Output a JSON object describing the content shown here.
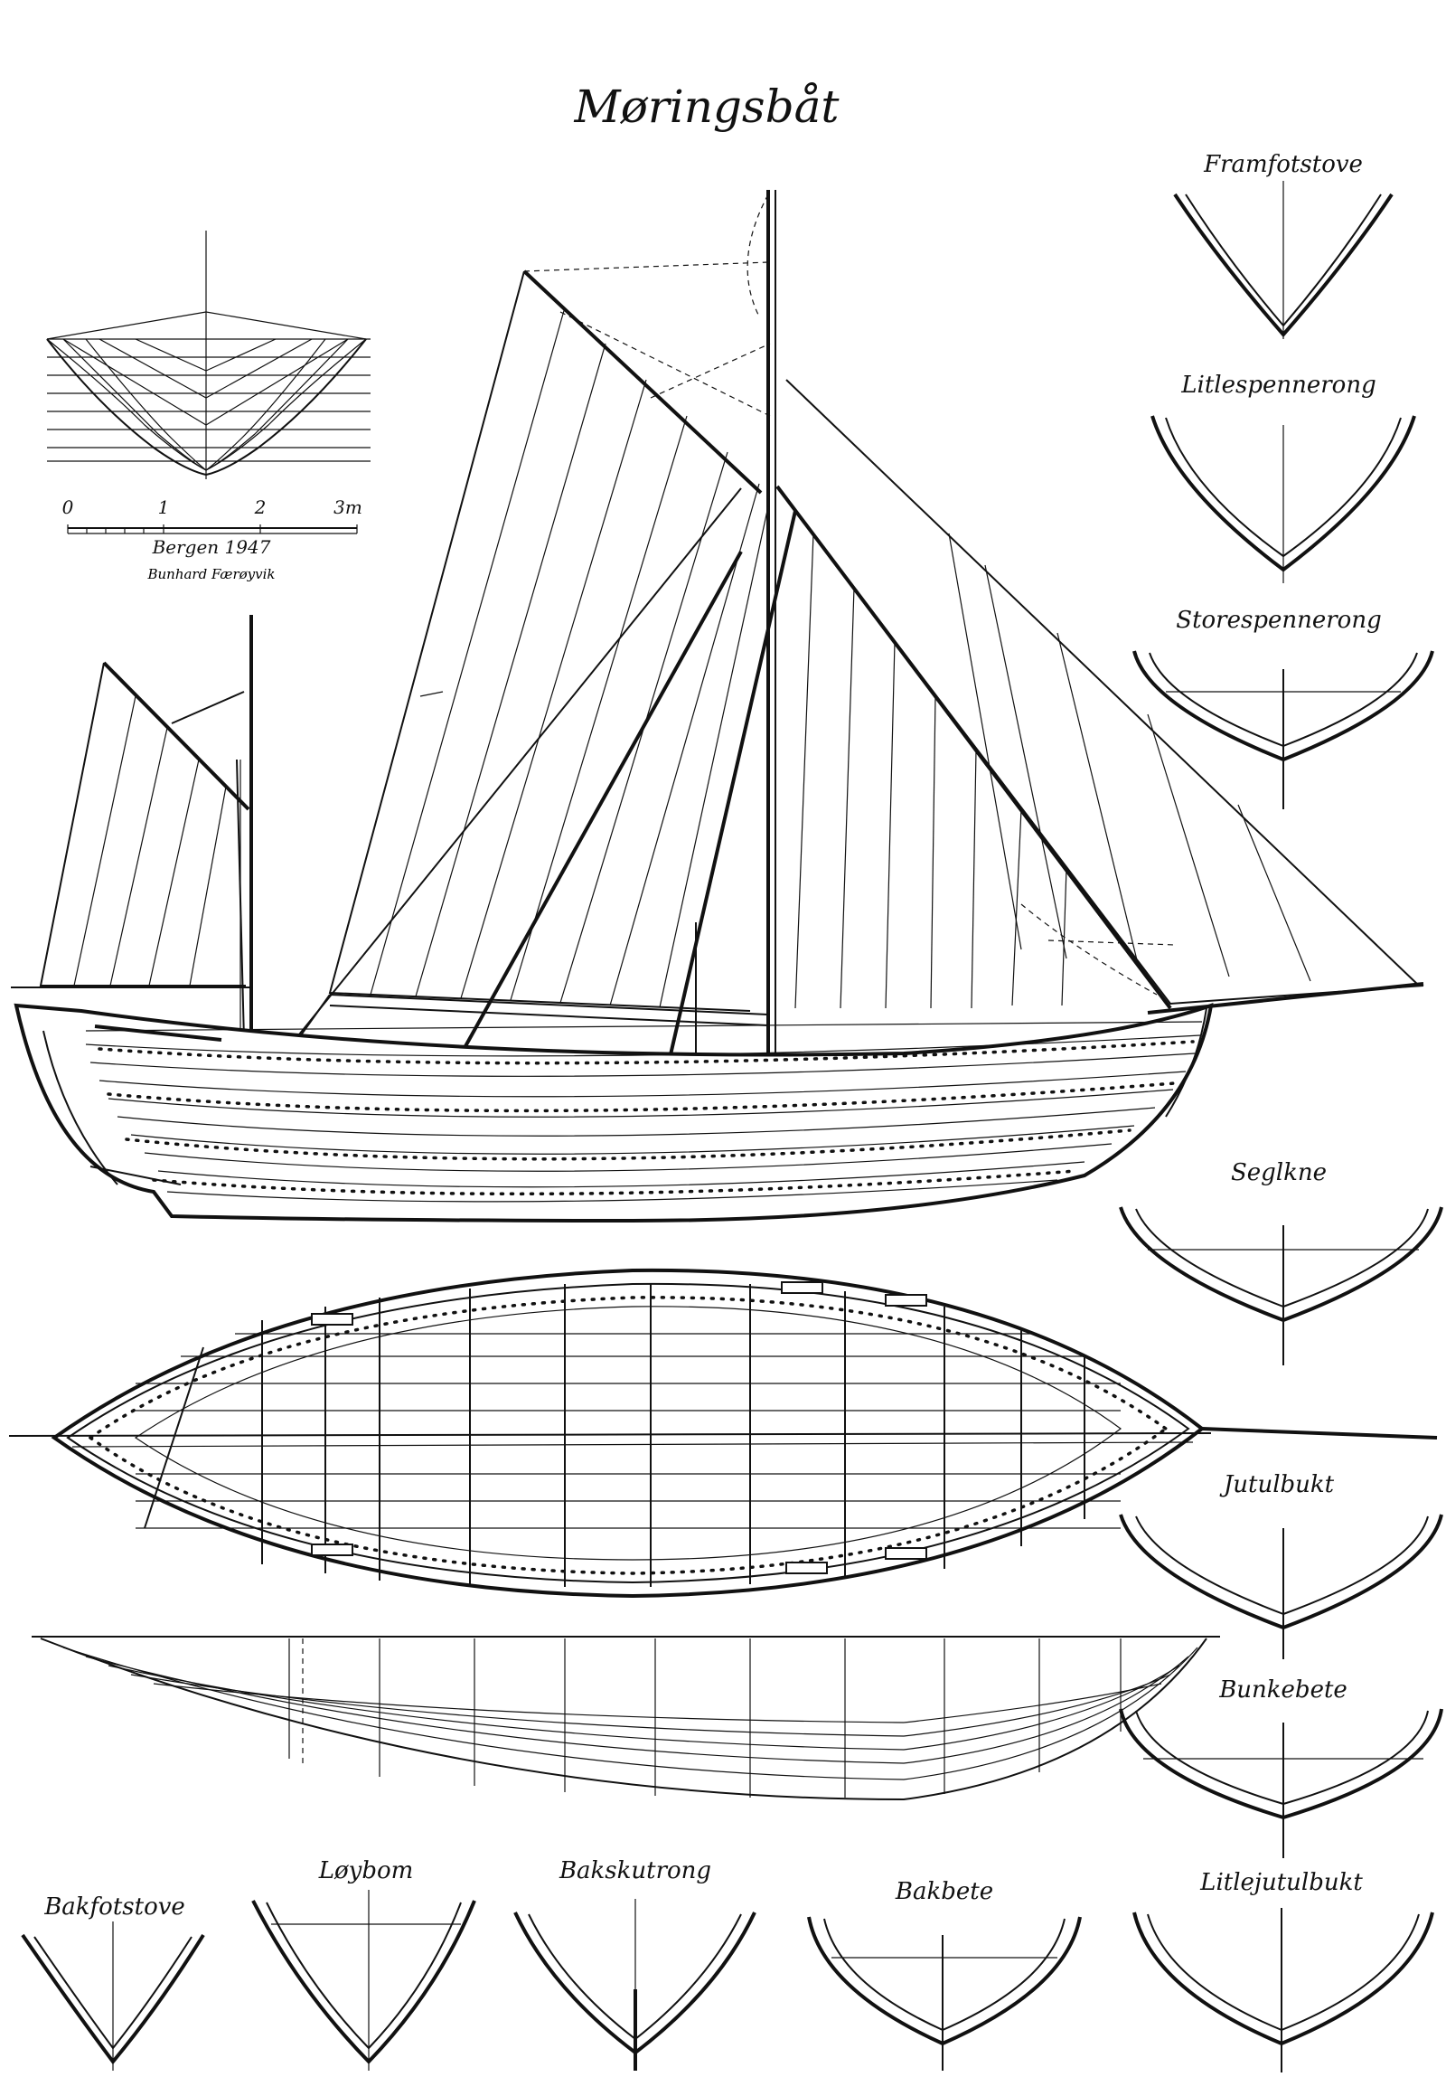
{
  "title": "Møringsbåt",
  "scale": {
    "ticks": [
      "0",
      "1",
      "2",
      "3m"
    ],
    "place_year": "Bergen 1947",
    "signature": "Bunhard Færøyvik"
  },
  "sections_right": [
    "Framfotstove",
    "Litlespennerong",
    "Storespennerong",
    "Seglkne",
    "Jutulbukt",
    "Bunkebete"
  ],
  "sections_bottom": [
    "Bakfotstove",
    "Løybom",
    "Bakskutrong",
    "Bakbete",
    "Litlejutulbukt"
  ],
  "line_color": "#111111",
  "background_color": "#ffffff"
}
